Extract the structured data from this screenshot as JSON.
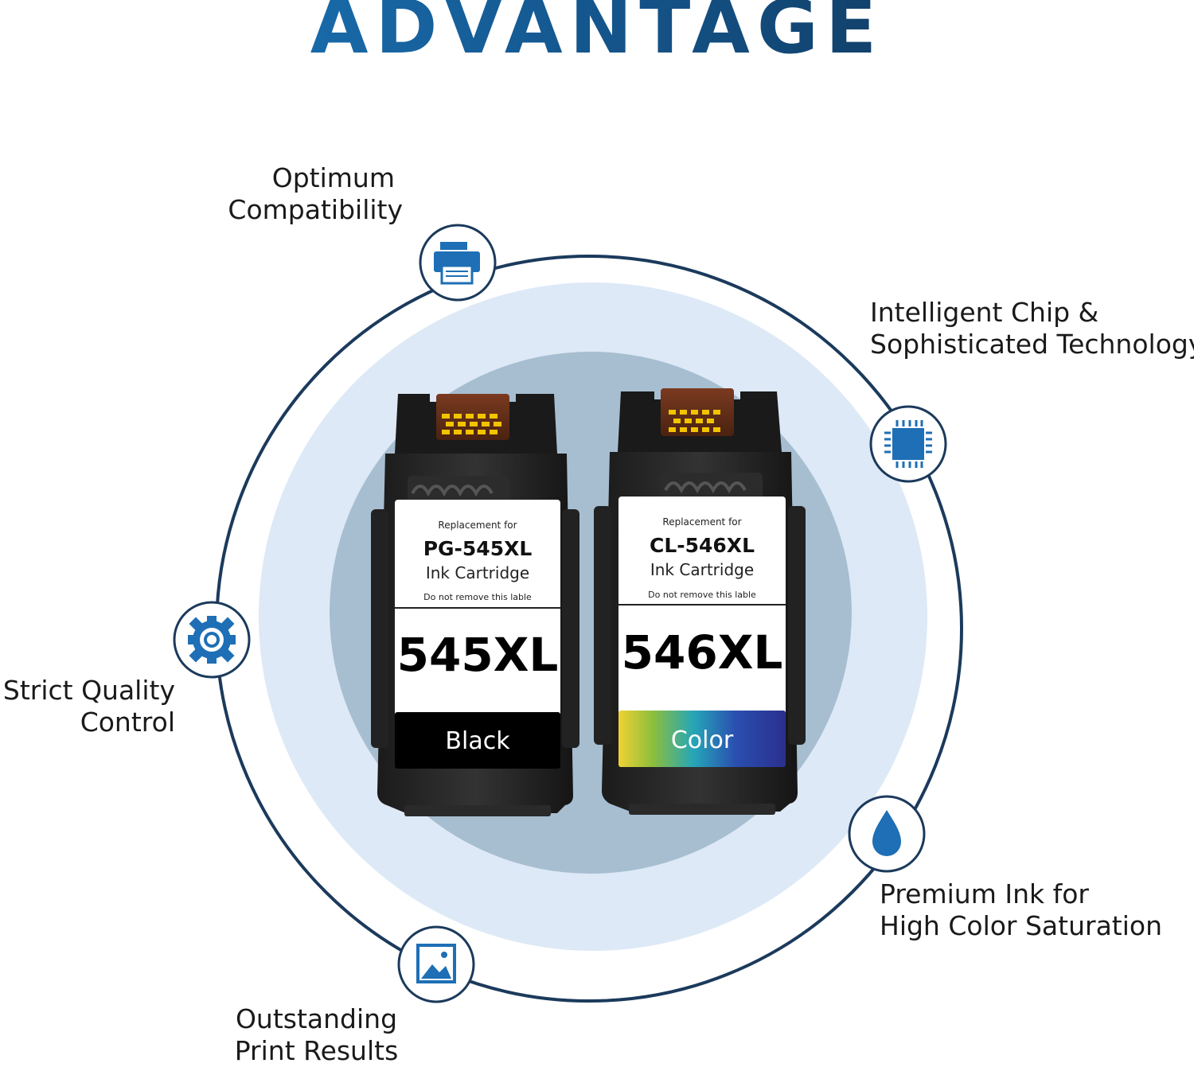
{
  "title": "ADVANTAGE",
  "colors": {
    "title_start": "#1d7fc6",
    "title_end": "#0e2a47",
    "icon_blue": "#1e6fb5",
    "outer_ring": "#1b3a5c",
    "light_disc": "#dde9f6",
    "mid_disc": "#a7bed1"
  },
  "features": {
    "compatibility": {
      "line1": "Optimum",
      "line2": "Compatibility",
      "icon": "printer-icon"
    },
    "chip": {
      "line1": "Intelligent Chip &",
      "line2": "Sophisticated Technology",
      "icon": "chip-icon"
    },
    "quality": {
      "line1": "Strict Quality",
      "line2": "Control",
      "icon": "gear-icon"
    },
    "ink": {
      "line1": "Premium Ink for",
      "line2": "High Color Saturation",
      "icon": "ink-drop-icon"
    },
    "print": {
      "line1": "Outstanding",
      "line2": "Print Results",
      "icon": "image-icon"
    }
  },
  "cartridges": {
    "black": {
      "replacement": "Replacement for",
      "model": "PG-545XL",
      "type": "Ink Cartridge",
      "note": "Do not remove this lable",
      "big": "545XL",
      "band": "Black"
    },
    "color": {
      "replacement": "Replacement for",
      "model": "CL-546XL",
      "type": "Ink Cartridge",
      "note": "Do not remove this lable",
      "big": "546XL",
      "band": "Color"
    }
  }
}
